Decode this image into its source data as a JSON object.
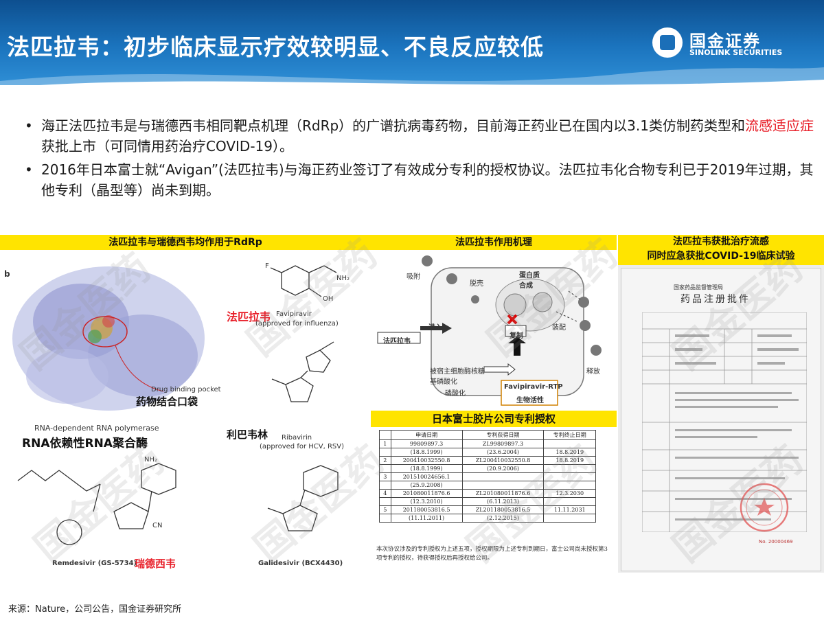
{
  "header": {
    "title": "法匹拉韦：初步临床显示疗效较明显、不良反应较低",
    "logo_cn": "国金证券",
    "logo_en": "SINOLINK SECURITIES"
  },
  "bullets": [
    {
      "pre": "海正法匹拉韦是与瑞德西韦相同靶点机理（RdRp）的广谱抗病毒药物，目前海正药业已在国内以3.1类仿制药类型和",
      "highlight": "流感适应症",
      "post": "获批上市（可同情用药治疗COVID-19）。"
    },
    {
      "pre": "2016年日本富士就“Avigan”(法匹拉韦)与海正药业签订了有效成分专利的授权协议。法匹拉韦化合物专利已于2019年过期，其他专利（晶型等）尚未到期。",
      "highlight": "",
      "post": ""
    }
  ],
  "panel_left": {
    "title": "法匹拉韦与瑞德西韦均作用于RdRp",
    "fig_letter": "b",
    "favipiravir_cn": "法匹拉韦",
    "favipiravir_en": "Favipiravir",
    "favipiravir_note": "(approved for influenza)",
    "pocket_en": "Drug binding pocket",
    "pocket_cn": "药物结合口袋",
    "rdrp_en": "RNA-dependent RNA polymerase",
    "rdrp_cn": "RNA依赖性RNA聚合酶",
    "ribavirin_cn": "利巴韦林",
    "ribavirin_en": "Ribavirin",
    "ribavirin_note": "(approved for HCV, RSV)",
    "remdesivir_en": "Remdesivir (GS-5734)",
    "remdesivir_cn": "瑞德西韦",
    "galidesivir_en": "Galidesivir (BCX4430)"
  },
  "panel_mid": {
    "title": "法匹拉韦作用机理",
    "labels": {
      "adsorb": "吸附",
      "uncoat": "脱壳",
      "protein": "蛋白质合成",
      "enter": "进入",
      "drug": "法匹拉韦",
      "host": "被宿主细胞酶核糖基磷酸化",
      "phos": "磷酸化",
      "replicate": "复制",
      "assemble": "装配",
      "release": "释放",
      "rtp": "Favipiravir-RTP",
      "active": "生物活性"
    },
    "patent_title": "日本富士胶片公司专利授权",
    "patent_headers": [
      "",
      "申请日期",
      "专利获得日期",
      "专利终止日期"
    ],
    "patent_rows": [
      [
        "1",
        "99809897.3",
        "ZL99809897.3",
        ""
      ],
      [
        "",
        "(18.8.1999)",
        "(23.6.2004)",
        "18.8.2019"
      ],
      [
        "2",
        "200410032550.8",
        "ZL200410032550.8",
        "18.8.2019"
      ],
      [
        "",
        "(18.8.1999)",
        "(20.9.2006)",
        ""
      ],
      [
        "3",
        "201510024656.1",
        "",
        ""
      ],
      [
        "",
        "(25.9.2008)",
        "",
        ""
      ],
      [
        "4",
        "201080011876.6",
        "ZL201080011876.6",
        "12.3.2030"
      ],
      [
        "",
        "(12.3.2010)",
        "(6.11.2013)",
        ""
      ],
      [
        "5",
        "201180053816.5",
        "ZL201180053816.5",
        "11.11.2031"
      ],
      [
        "",
        "(11.11.2011)",
        "(2.12.2015)",
        ""
      ]
    ],
    "patent_note": "本次协议涉及的专利授权为上述五项，授权期限为上述专利到期日，富士公司尚未授权第3项专利的授权，待获得授权后再授权给公司。"
  },
  "panel_right": {
    "title_line1": "法匹拉韦获批治疗流感",
    "title_line2": "同时应急获批COVID-19临床试验",
    "doc_head": "国家药品监督管理局",
    "doc_title": "药品注册批件",
    "doc_bottom": "No. 20000469"
  },
  "source": "来源：Nature，公司公告，国金证券研究所",
  "watermark": "国金医药"
}
